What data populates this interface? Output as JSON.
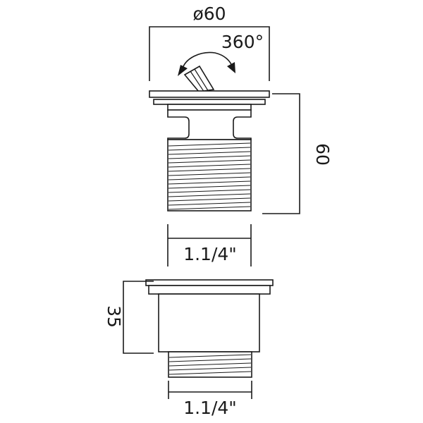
{
  "dimensions": {
    "top_diameter": "ø60",
    "rotation": "360°",
    "waste_height": "60",
    "waste_thread": "1.1/4\"",
    "sleeve_height": "35",
    "sleeve_thread": "1.1/4\""
  },
  "colors": {
    "stroke": "#1a1a1a",
    "background": "#ffffff"
  }
}
